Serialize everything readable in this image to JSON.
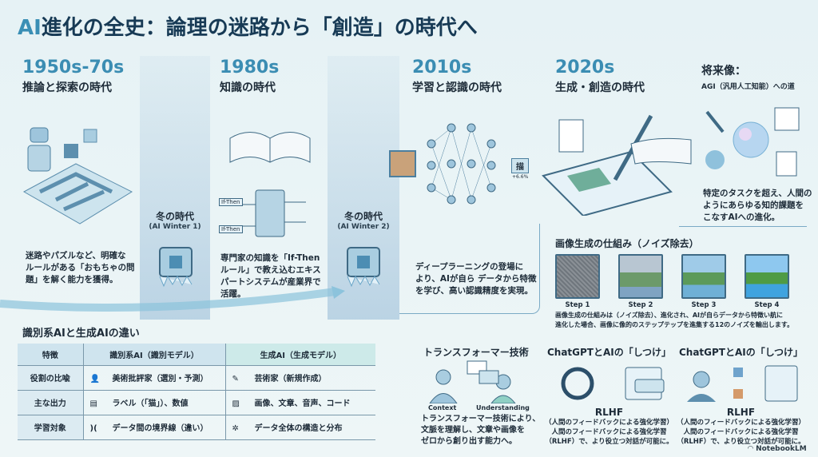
{
  "title": {
    "accent": "AI",
    "rest": "進化の全史：論理の迷路から「創造」の時代へ"
  },
  "eras": [
    {
      "year": "1950s-70s",
      "subtitle": "推論と探索の時代",
      "desc": [
        "迷路やパズルなど、明確な",
        "ルールがある「おもちゃの問",
        "題」を解く能力を獲得。"
      ]
    },
    {
      "year": "1980s",
      "subtitle": "知識の時代",
      "desc": [
        "専門家の知識を「If-Then",
        "ルール」で教え込むエキス",
        "パートシステムが産業界で",
        "活躍。"
      ],
      "tags": [
        "If-Then",
        "If-Then"
      ]
    },
    {
      "year": "2010s",
      "subtitle": "学習と認識の時代",
      "desc": [
        "ディープラーニングの登場に",
        "より、AIが自ら データから特徴",
        "を学び、高い認識精度を実現。"
      ],
      "output_label": "描",
      "output_value": "+6.6%"
    },
    {
      "year": "2020s",
      "subtitle": "生成・創造の時代"
    }
  ],
  "winters": [
    {
      "label": "冬の時代",
      "en": "(AI Winter 1)"
    },
    {
      "label": "冬の時代",
      "en": "(AI Winter 2)"
    }
  ],
  "future": {
    "title": "将来像：",
    "subtitle": "AGI（汎用人工知能）への道",
    "desc": [
      "特定のタスクを超え、人間の",
      "ようにあらゆる知的課題を",
      "こなすAIへの進化。"
    ]
  },
  "image_gen": {
    "title": "画像生成の仕組み（ノイズ除去）",
    "steps": [
      "Step 1",
      "Step 2",
      "Step 3",
      "Step 4"
    ],
    "caption": [
      "画像生成の仕組みは（ノイズ除去）、進化され、AIが自らデータから特徴い航に",
      "進化した場合、画像に像的のステップテップを進集する12のノイズを輸出します。"
    ]
  },
  "comparison": {
    "title": "識別系AIと生成AIの違い",
    "headers": [
      "特徴",
      "識別系AI（識別モデル）",
      "生成AI（生成モデル）"
    ],
    "rows": [
      [
        "役割の比喩",
        "美術批評家（選別・予測）",
        "芸術家（新規作成）"
      ],
      [
        "主な出力",
        "ラベル（「猫」）、数値",
        "画像、文章、音声、コード"
      ],
      [
        "学習対象",
        "データ間の境界線（違い）",
        "データ全体の構造と分布"
      ]
    ]
  },
  "transformer": {
    "title": "トランスフォーマー技術",
    "left_label": "Context",
    "right_label": "Understanding",
    "desc": [
      "トランスフォーマー技術により、",
      "文脈を理解し、文章や画像を",
      "ゼロから創り出す能力へ。"
    ]
  },
  "rlhf": [
    {
      "title": "ChatGPTとAIの「しつけ」",
      "name": "RLHF",
      "paren": "（人間のフィードバックによる強化学習）",
      "desc": [
        "人間のフィードバックによる強化学習",
        "（RLHF）で、より役立つ対話が可能に。"
      ]
    },
    {
      "title": "ChatGPTとAIの「しつけ」",
      "name": "RLHF",
      "paren": "（人間のフィードバックによる強化学習）",
      "desc": [
        "人間のフィードバックによる強化学習",
        "（RLHF）で、より役立つ対話が可能に。"
      ]
    }
  ],
  "brand": "NotebookLM",
  "colors": {
    "accent": "#3b8db3",
    "navy": "#173a55"
  }
}
